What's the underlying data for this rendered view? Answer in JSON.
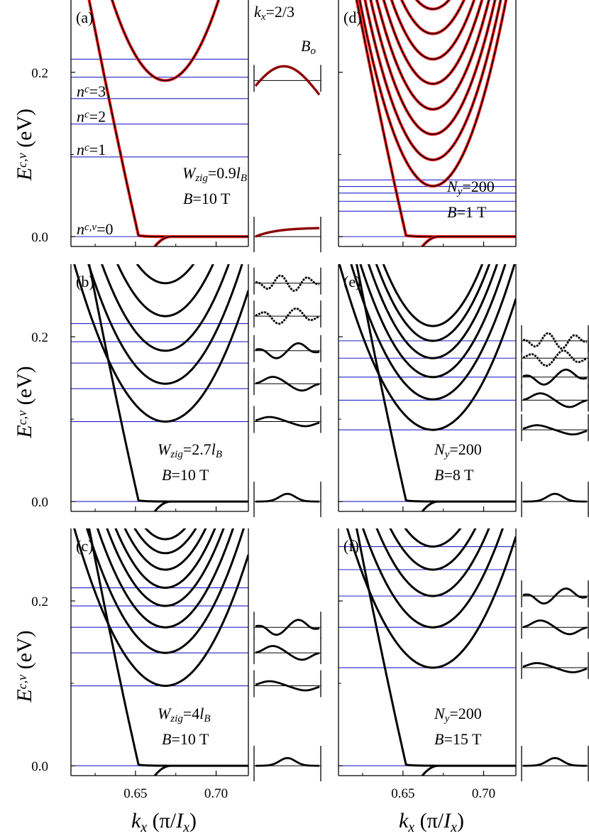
{
  "figure": {
    "x_axis_label": {
      "main": "k",
      "sub": "x",
      "units_pre": " (π/",
      "units_var": "I",
      "units_sub": "x",
      "units_post": ")"
    },
    "y_axis_label": {
      "main": "E",
      "sup": "c,v",
      "units": " (eV)"
    },
    "x_ticks": [
      "0.65",
      "0.70"
    ],
    "y_ticks": [
      "0.0",
      "0.2"
    ],
    "inset_header": {
      "var": "k",
      "sub": "x",
      "rest": "=2/3"
    },
    "inset_label": {
      "var": "B",
      "sub": "o"
    },
    "colors": {
      "bands": "#000000",
      "dots": "#8b0000",
      "overlay": "#ff2020",
      "landau_levels": "#2222cc",
      "axes": "#000000"
    }
  },
  "chart_data": [
    {
      "panel": "(a)",
      "type": "line",
      "xlim": [
        0.61,
        0.72
      ],
      "ylim": [
        -0.012,
        0.288
      ],
      "width_label": {
        "var": "W",
        "sub": "zig",
        "rest": "=0.9",
        "var2": "l",
        "sub2": "B"
      },
      "field_label": {
        "var": "B",
        "rest": "=10 T"
      },
      "band_minima_eV": [
        0.19
      ],
      "flat_band_eV": 0.0,
      "landau_levels_eV": [
        0.0,
        0.097,
        0.137,
        0.168,
        0.194,
        0.216
      ],
      "level_labels": [
        {
          "text": "=0",
          "sup": "c,v",
          "level_eV": 0.0
        },
        {
          "text": "=1",
          "sup": "c",
          "level_eV": 0.097
        },
        {
          "text": "=2",
          "sup": "c",
          "level_eV": 0.137
        },
        {
          "text": "=3",
          "sup": "c",
          "level_eV": 0.168
        }
      ],
      "tight_binding_overlay": true,
      "wavefunctions": [
        {
          "type": "hump-wide",
          "energy_eV": 0.0
        },
        {
          "type": "hump-wide",
          "energy_eV": 0.19
        }
      ]
    },
    {
      "panel": "(b)",
      "type": "line",
      "xlim": [
        0.61,
        0.72
      ],
      "ylim": [
        -0.012,
        0.288
      ],
      "width_label": {
        "var": "W",
        "sub": "zig",
        "rest": "=2.7",
        "var2": "l",
        "sub2": "B"
      },
      "field_label": {
        "var": "B",
        "rest": "=10 T"
      },
      "band_minima_eV": [
        0.097,
        0.143,
        0.183,
        0.225,
        0.265
      ],
      "flat_band_eV": 0.0,
      "landau_levels_eV": [
        0.0,
        0.097,
        0.137,
        0.168,
        0.194,
        0.216
      ],
      "wavefunctions": [
        {
          "n": 0,
          "energy_eV": 0.0
        },
        {
          "n": 1,
          "energy_eV": 0.097
        },
        {
          "n": 2,
          "energy_eV": 0.143
        },
        {
          "n": 3,
          "energy_eV": 0.183
        },
        {
          "n": 4,
          "energy_eV": 0.225
        },
        {
          "n": 5,
          "energy_eV": 0.265
        }
      ]
    },
    {
      "panel": "(c)",
      "type": "line",
      "xlim": [
        0.61,
        0.72
      ],
      "ylim": [
        -0.012,
        0.288
      ],
      "width_label": {
        "var": "W",
        "sub": "zig",
        "rest": "=4",
        "var2": "l",
        "sub2": "B"
      },
      "field_label": {
        "var": "B",
        "rest": "=10 T"
      },
      "band_minima_eV": [
        0.097,
        0.137,
        0.168,
        0.194,
        0.216,
        0.238,
        0.258,
        0.275
      ],
      "flat_band_eV": 0.0,
      "landau_levels_eV": [
        0.0,
        0.097,
        0.137,
        0.168,
        0.194,
        0.216
      ],
      "wavefunctions": [
        {
          "n": 0,
          "energy_eV": 0.0
        },
        {
          "n": 1,
          "energy_eV": 0.097
        },
        {
          "n": 2,
          "energy_eV": 0.137
        },
        {
          "n": 3,
          "energy_eV": 0.168
        }
      ]
    },
    {
      "panel": "(d)",
      "type": "line",
      "xlim": [
        0.61,
        0.72
      ],
      "ylim": [
        -0.012,
        0.288
      ],
      "width_label": {
        "var": "N",
        "sub": "y",
        "rest": "=200",
        "var2": "",
        "sub2": ""
      },
      "field_label": {
        "var": "B",
        "rest": "=1 T"
      },
      "band_minima_eV": [
        0.0615,
        0.0935,
        0.1245,
        0.155,
        0.186,
        0.216,
        0.247,
        0.277
      ],
      "flat_band_eV": 0.0,
      "landau_levels_eV": [
        0.0,
        0.031,
        0.043,
        0.053,
        0.061,
        0.069
      ],
      "tight_binding_overlay": true,
      "wavefunctions": []
    },
    {
      "panel": "(e)",
      "type": "line",
      "xlim": [
        0.61,
        0.72
      ],
      "ylim": [
        -0.012,
        0.288
      ],
      "width_label": {
        "var": "N",
        "sub": "y",
        "rest": "=200",
        "var2": "",
        "sub2": ""
      },
      "field_label": {
        "var": "B",
        "rest": "=8 T"
      },
      "band_minima_eV": [
        0.087,
        0.124,
        0.151,
        0.174,
        0.195,
        0.213
      ],
      "flat_band_eV": 0.0,
      "landau_levels_eV": [
        0.0,
        0.087,
        0.123,
        0.151,
        0.174,
        0.195
      ],
      "wavefunctions": [
        {
          "n": 0,
          "energy_eV": 0.0
        },
        {
          "n": 1,
          "energy_eV": 0.087
        },
        {
          "n": 2,
          "energy_eV": 0.123
        },
        {
          "n": 3,
          "energy_eV": 0.151
        },
        {
          "n": 4,
          "energy_eV": 0.174
        },
        {
          "n": 5,
          "energy_eV": 0.195
        }
      ]
    },
    {
      "panel": "(f)",
      "type": "line",
      "xlim": [
        0.61,
        0.72
      ],
      "ylim": [
        -0.012,
        0.288
      ],
      "width_label": {
        "var": "N",
        "sub": "y",
        "rest": "=200",
        "var2": "",
        "sub2": ""
      },
      "field_label": {
        "var": "B",
        "rest": "=15 T"
      },
      "band_minima_eV": [
        0.119,
        0.168,
        0.206,
        0.238,
        0.266
      ],
      "flat_band_eV": 0.0,
      "landau_levels_eV": [
        0.0,
        0.119,
        0.168,
        0.206,
        0.238,
        0.266
      ],
      "wavefunctions": [
        {
          "n": 0,
          "energy_eV": 0.0
        },
        {
          "n": 1,
          "energy_eV": 0.119
        },
        {
          "n": 2,
          "energy_eV": 0.168
        },
        {
          "n": 3,
          "energy_eV": 0.206
        }
      ]
    }
  ]
}
